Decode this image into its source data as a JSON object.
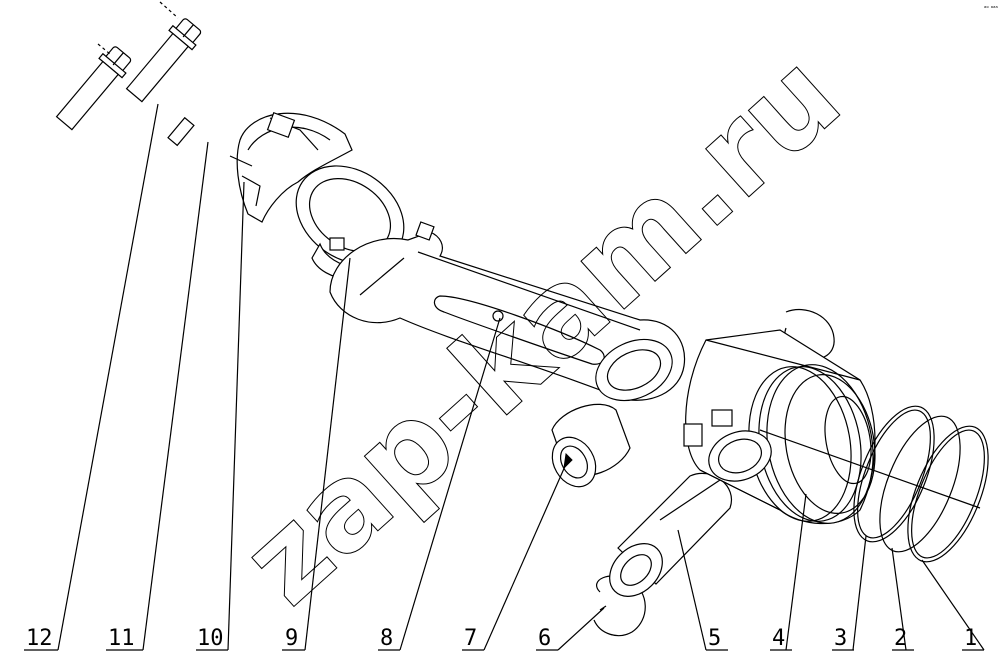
{
  "watermark": "zap-kam.ru",
  "corner_mark": "ᵃᵒ ᵃᵃᵃ",
  "callouts": [
    {
      "label": "12",
      "name": "bolt-12"
    },
    {
      "label": "11",
      "name": "dowel-pin-11"
    },
    {
      "label": "10",
      "name": "rod-cap-10"
    },
    {
      "label": "9",
      "name": "bearing-shell-9"
    },
    {
      "label": "8",
      "name": "connecting-rod-8"
    },
    {
      "label": "7",
      "name": "small-end-bushing-7"
    },
    {
      "label": "6",
      "name": "retaining-ring-6"
    },
    {
      "label": "5",
      "name": "piston-pin-5"
    },
    {
      "label": "4",
      "name": "piston-4"
    },
    {
      "label": "3",
      "name": "oil-ring-3"
    },
    {
      "label": "2",
      "name": "compression-ring-2"
    },
    {
      "label": "1",
      "name": "compression-ring-1"
    }
  ]
}
